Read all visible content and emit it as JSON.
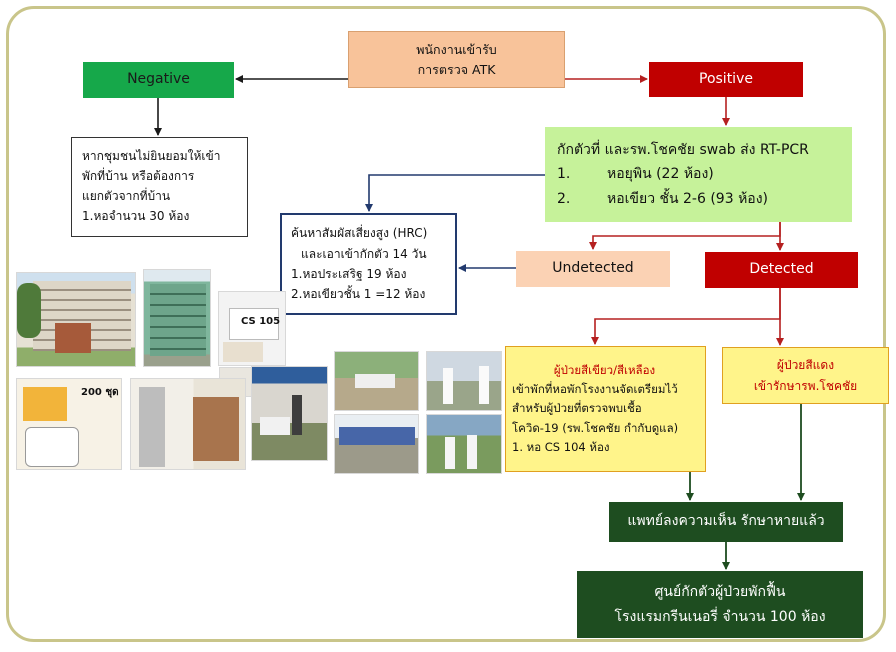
{
  "start": {
    "line1": "พนักงานเข้ารับ",
    "line2": "การตรวจ ATK"
  },
  "negative": {
    "label": "Negative"
  },
  "positive": {
    "label": "Positive"
  },
  "negative_note": {
    "line1": "หากชุมชนไม่ยินยอมให้เข้า",
    "line2": "พักที่บ้าน หรือต้องการ",
    "line3": "แยกตัวจากที่บ้าน",
    "line4": "1.หอจำนวน 30 ห้อง"
  },
  "quarantine": {
    "title": "กักตัวที่ และรพ.โชคชัย swab ส่ง RT-PCR",
    "item1_no": "1.",
    "item1": "หอยุพิน (22 ห้อง)",
    "item2_no": "2.",
    "item2": "หอเขียว ชั้น 2-6 (93 ห้อง)"
  },
  "hrc": {
    "line1": "ค้นหาสัมผัสเสี่ยงสูง (HRC)",
    "line2": "และเอาเข้ากักตัว 14 วัน",
    "line3": "1.หอประเสริฐ 19 ห้อง",
    "line4": "2.หอเขียวชั้น 1 =12 ห้อง"
  },
  "undetected": {
    "label": "Undetected"
  },
  "detected": {
    "label": "Detected"
  },
  "green_yellow": {
    "title": "ผู้ป่วยสีเขียว/สีเหลือง",
    "line1": "เข้าพักที่หอพักโรงงานจัดเตรียมไว้",
    "line2": "สำหรับผู้ป่วยที่ตรวจพบเชื้อ",
    "line3": "โควิด-19 (รพ.โชคชัย กำกับดูแล)",
    "line4": "1. หอ CS 104 ห้อง"
  },
  "red": {
    "title": "ผู้ป่วยสีแดง",
    "line1": "เข้ารักษารพ.โชคชัย"
  },
  "recovered": {
    "label": "แพทย์ลงความเห็น รักษาหายแล้ว"
  },
  "recovery_center": {
    "line1": "ศูนย์กักตัวผู้ป่วยพักฟื้น",
    "line2": "โรงแรมกรีนเนอรี่ จำนวน 100 ห้อง"
  },
  "photo_labels": {
    "cs105": "CS 105",
    "price": "200 ชุด"
  },
  "colors": {
    "start_fill": "#f8c39a",
    "negative_fill": "#16a84a",
    "positive_fill": "#c00000",
    "light_green": "#c6f29a",
    "undetected_fill": "#fbd2b4",
    "detected_fill": "#c00000",
    "yellow_fill": "#fff48a",
    "yellow_border": "#e0a020",
    "dark_green": "#1e4d20",
    "navy": "#223a6e",
    "red_arrow": "#b52020"
  }
}
